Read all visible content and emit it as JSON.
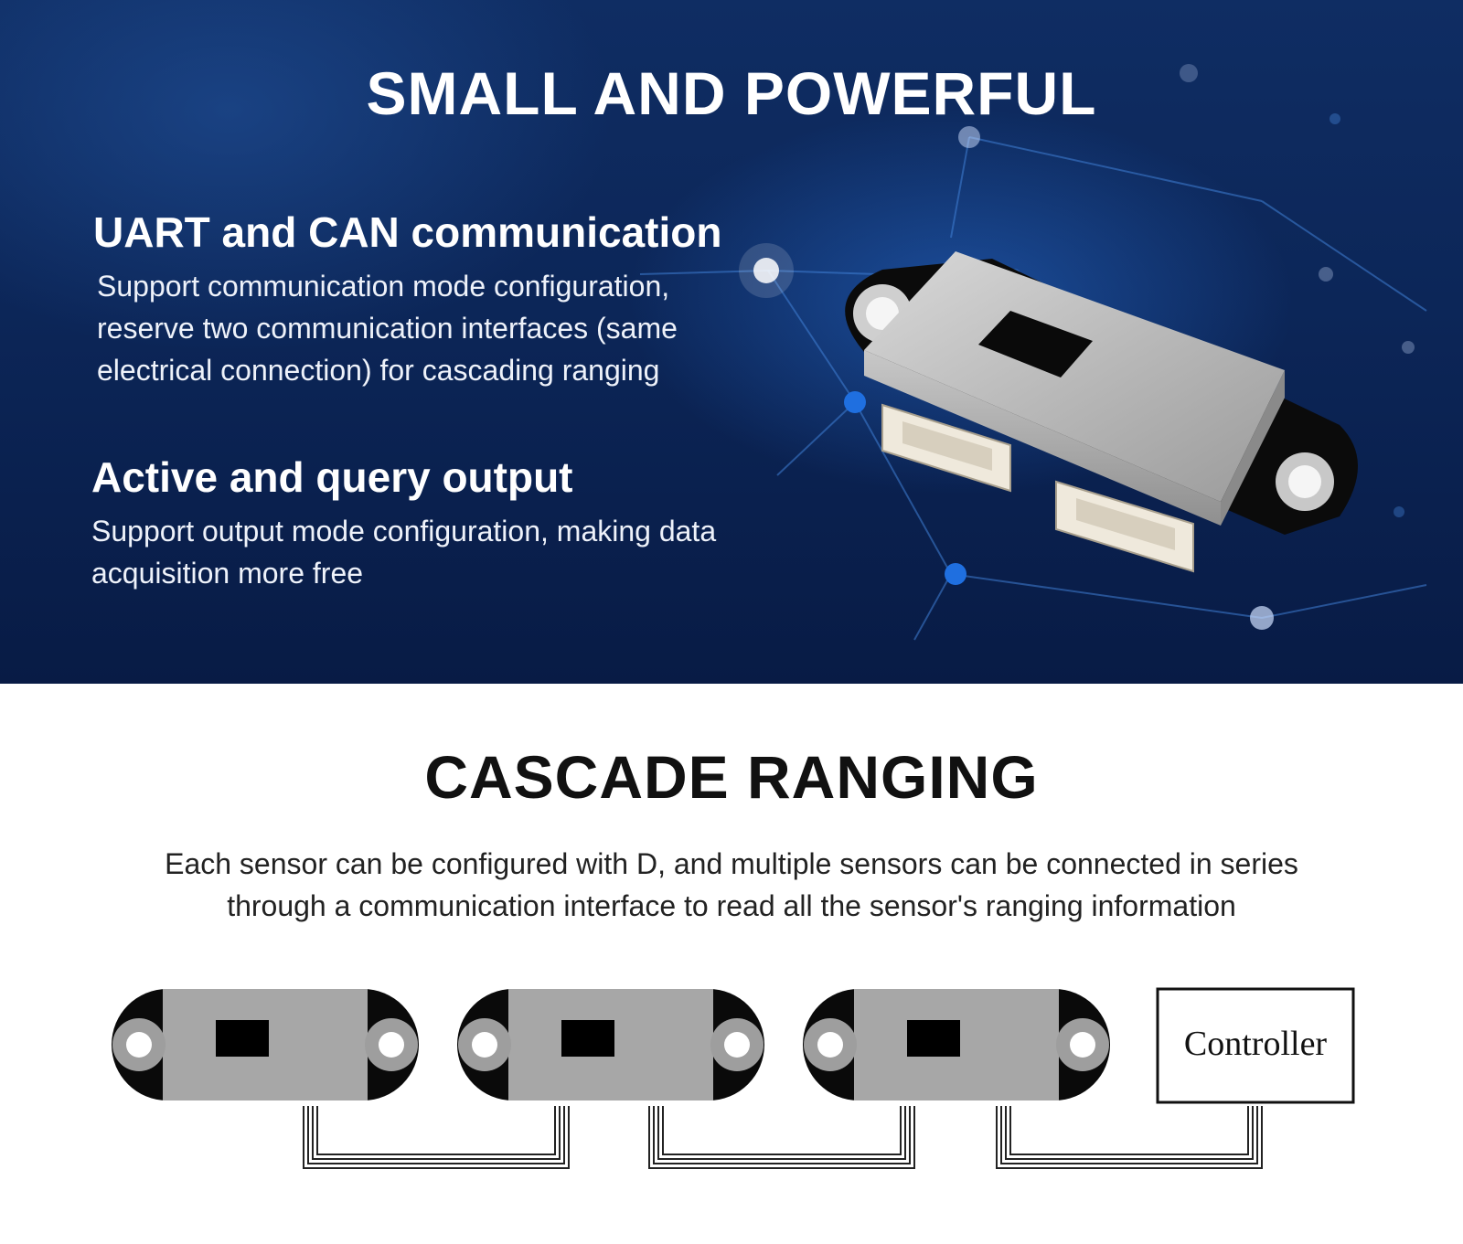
{
  "hero": {
    "title": "SMALL AND POWERFUL",
    "features": [
      {
        "title": "UART and CAN communication",
        "description": "Support communication mode configuration, reserve two communication interfaces (same electrical connection) for cascading ranging"
      },
      {
        "title": "Active and query output",
        "description": "Support output mode configuration, making data acquisition more free"
      }
    ]
  },
  "cascade": {
    "title": "CASCADE RANGING",
    "description": "Each sensor can be configured with D, and multiple sensors can be connected in series through a communication interface to read all the sensor's ranging information",
    "controller_label": "Controller",
    "sensor_count": 3
  },
  "colors": {
    "hero_background": "#0c2658",
    "sensor_body": "#a7a7a7",
    "sensor_board": "#0a0a0a",
    "heading_dark": "#111111"
  }
}
